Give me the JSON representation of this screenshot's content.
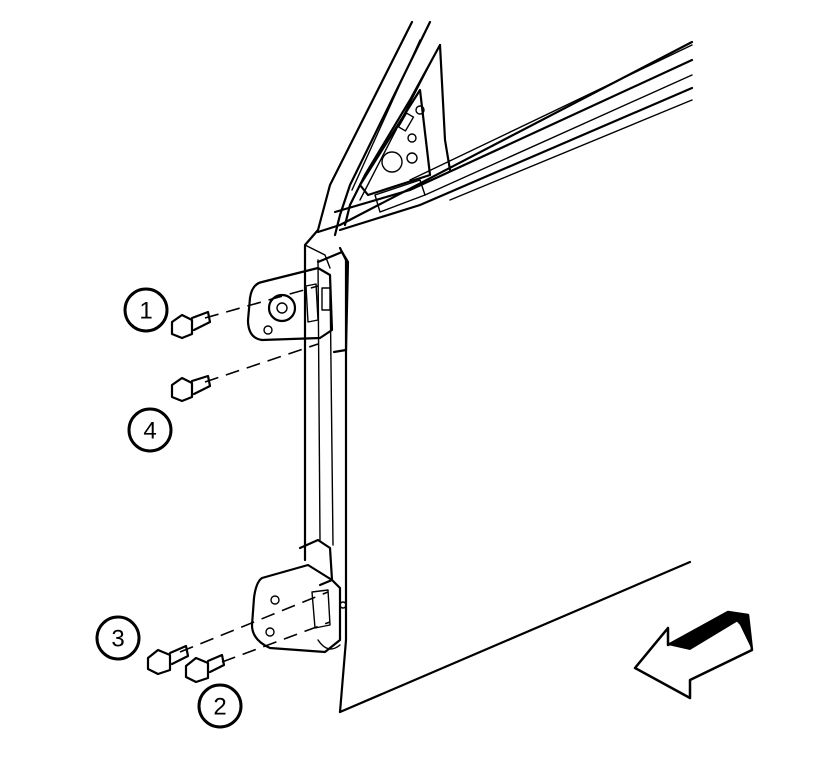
{
  "callouts": [
    {
      "id": "1",
      "label": "1"
    },
    {
      "id": "2",
      "label": "2"
    },
    {
      "id": "3",
      "label": "3"
    },
    {
      "id": "4",
      "label": "4"
    }
  ],
  "icons": {
    "direction_arrow": "front-direction-arrow-icon",
    "bolt": "hinge-bolt-icon",
    "hinge": "door-hinge-icon"
  },
  "colors": {
    "line": "#000000",
    "background": "#ffffff"
  }
}
